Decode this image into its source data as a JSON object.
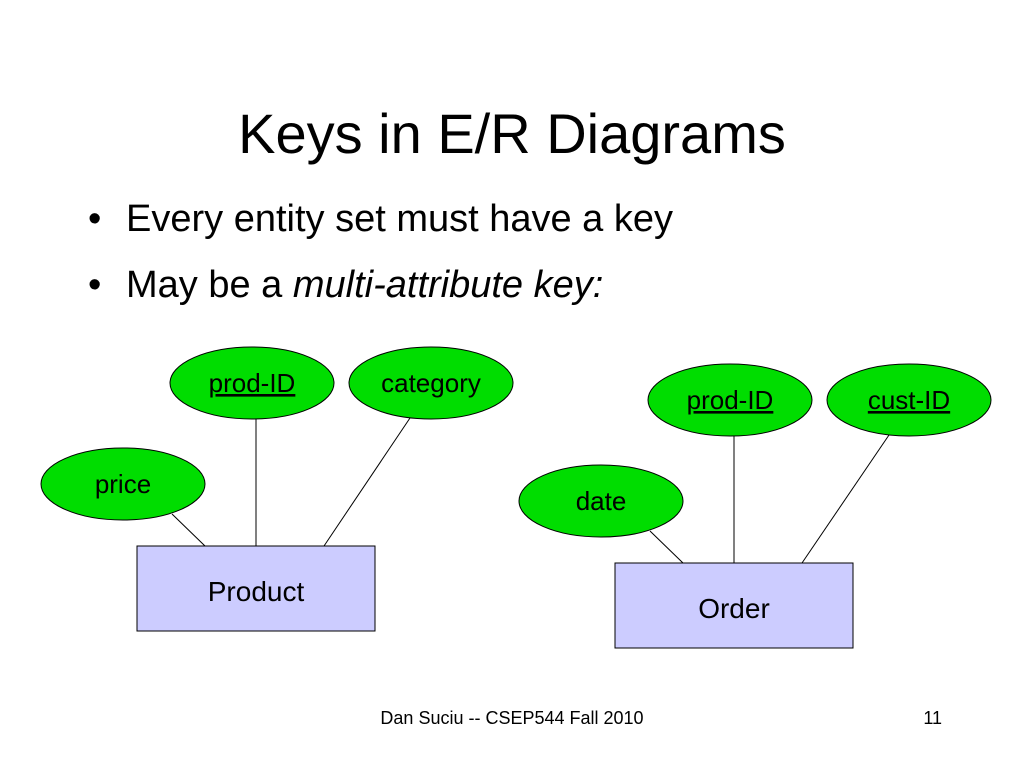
{
  "slide": {
    "title": "Keys in E/R Diagrams",
    "bullets": [
      {
        "marker": "•",
        "text": "Every entity set must have a key",
        "emphasis": ""
      },
      {
        "marker": "•",
        "text": "May be a ",
        "emphasis": "multi-attribute key:"
      }
    ]
  },
  "diagrams": [
    {
      "entity": "Product",
      "attributes": [
        {
          "label": "prod-ID",
          "key": true
        },
        {
          "label": "category",
          "key": false
        },
        {
          "label": "price",
          "key": false
        }
      ]
    },
    {
      "entity": "Order",
      "attributes": [
        {
          "label": "prod-ID",
          "key": true
        },
        {
          "label": "cust-ID",
          "key": true
        },
        {
          "label": "date",
          "key": false
        }
      ]
    }
  ],
  "colors": {
    "attribute_fill": "#00dd00",
    "entity_fill": "#ccccff",
    "stroke": "#000000"
  },
  "footer": {
    "text": "Dan Suciu -- CSEP544 Fall 2010",
    "page_number": "11"
  }
}
